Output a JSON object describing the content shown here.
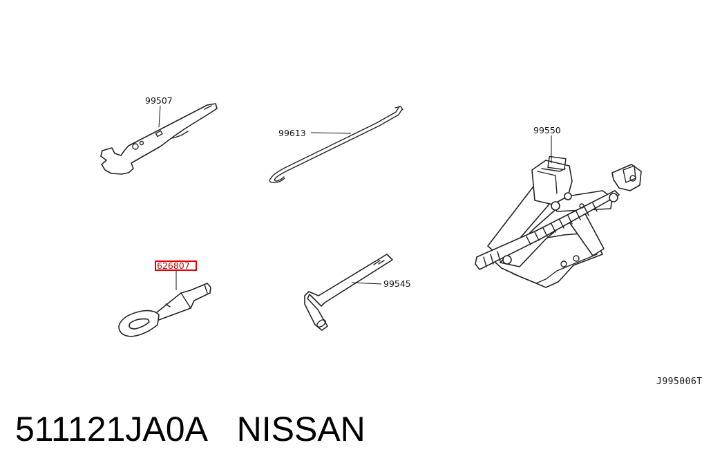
{
  "diagram": {
    "callouts": {
      "wrench": "99507",
      "hook_rod": "99613",
      "jack": "99550",
      "tow_hook": "626807",
      "lug_wrench": "99545"
    },
    "reference_code": "J995006T",
    "highlight_color": "#e00000"
  },
  "footer": {
    "part_number": "511121JA0A",
    "brand": "NISSAN"
  }
}
